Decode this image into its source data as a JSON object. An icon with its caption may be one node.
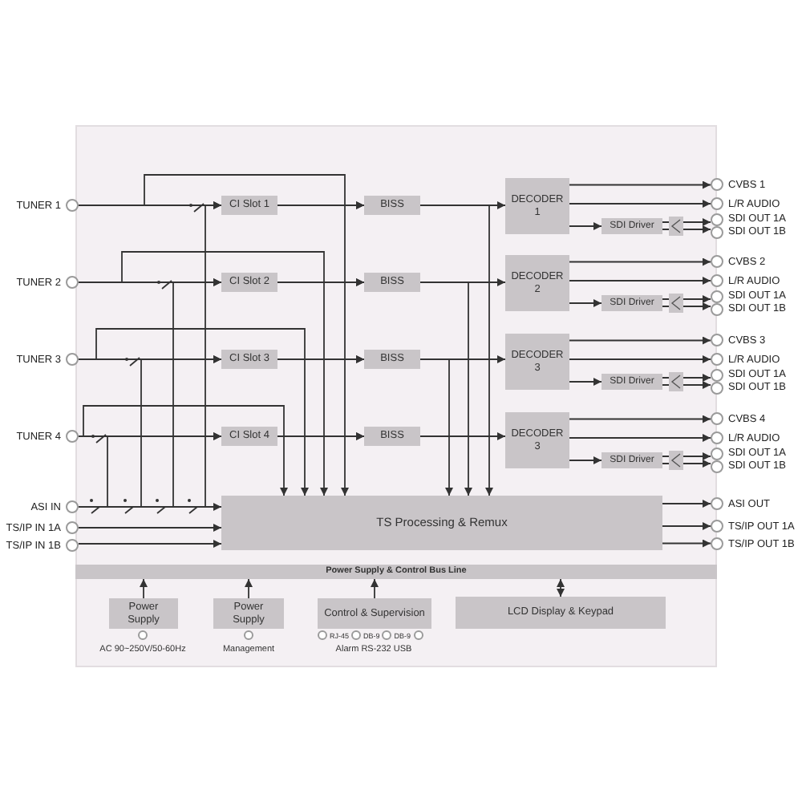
{
  "diagram": {
    "nodes": [
      {
        "text": [
          "TUNER 1"
        ]
      },
      {
        "text": [
          "TUNER 2"
        ]
      },
      {
        "text": [
          "TUNER 3"
        ]
      },
      {
        "text": [
          "TUNER 4"
        ]
      },
      {
        "text": [
          "ASI IN"
        ]
      },
      {
        "text": [
          "TS/IP IN 1A"
        ]
      },
      {
        "text": [
          "TS/IP IN 1B"
        ]
      },
      {
        "text": [
          "CI Slot 1"
        ]
      },
      {
        "text": [
          "CI Slot 2"
        ]
      },
      {
        "text": [
          "CI Slot 3"
        ]
      },
      {
        "text": [
          "CI Slot 4"
        ]
      },
      {
        "text": [
          "BISS"
        ]
      },
      {
        "text": [
          "BISS"
        ]
      },
      {
        "text": [
          "BISS"
        ]
      },
      {
        "text": [
          "BISS"
        ]
      },
      {
        "text": [
          "DECODER 1"
        ]
      },
      {
        "text": [
          "DECODER 2"
        ]
      },
      {
        "text": [
          "DECODER 3"
        ]
      },
      {
        "text": [
          "DECODER 3"
        ]
      },
      {
        "text": [
          "SDI Driver"
        ]
      },
      {
        "text": [
          "SDI Driver"
        ]
      },
      {
        "text": [
          "SDI Driver"
        ]
      },
      {
        "text": [
          "SDI Driver"
        ]
      },
      {
        "text": [
          "TS Processing & Remux"
        ]
      },
      {
        "text": [
          "Power Supply & Control Bus Line"
        ]
      },
      {
        "text": [
          "Power Supply"
        ],
        "beside": [
          "AC 90~250V/50-60Hz"
        ]
      },
      {
        "text": [
          "Power Supply"
        ],
        "beside": [
          "Management"
        ]
      },
      {
        "text": [
          "Control & Supervision"
        ],
        "beside": [
          "RJ-45",
          "DB-9",
          "DB-9",
          "Alarm RS-232 USB"
        ]
      },
      {
        "text": [
          "LCD Display & Keypad"
        ]
      },
      {
        "text": [
          "CVBS 1"
        ]
      },
      {
        "text": [
          "L/R AUDIO"
        ]
      },
      {
        "text": [
          "SDI OUT 1A"
        ]
      },
      {
        "text": [
          "SDI OUT 1B"
        ]
      },
      {
        "text": [
          "CVBS 2"
        ]
      },
      {
        "text": [
          "L/R AUDIO"
        ]
      },
      {
        "text": [
          "SDI OUT 1A"
        ]
      },
      {
        "text": [
          "SDI OUT 1B"
        ]
      },
      {
        "text": [
          "CVBS 3"
        ]
      },
      {
        "text": [
          "L/R AUDIO"
        ]
      },
      {
        "text": [
          "SDI OUT 1A"
        ]
      },
      {
        "text": [
          "SDI OUT 1B"
        ]
      },
      {
        "text": [
          "CVBS 4"
        ]
      },
      {
        "text": [
          "L/R AUDIO"
        ]
      },
      {
        "text": [
          "SDI OUT 1A"
        ]
      },
      {
        "text": [
          "SDI OUT 1B"
        ]
      },
      {
        "text": [
          "ASI OUT"
        ]
      },
      {
        "text": [
          "TS/IP OUT 1A"
        ]
      },
      {
        "text": [
          "TS/IP OUT 1B"
        ]
      }
    ],
    "edges": [
      {
        "from": 0,
        "to": 7,
        "arrow": "to"
      },
      {
        "from": 0,
        "to": 11,
        "arrow": "to"
      },
      {
        "from": 7,
        "to": 11,
        "arrow": "to"
      },
      {
        "from": 7,
        "to": 23,
        "arrow": "to"
      },
      {
        "from": 11,
        "to": 15,
        "arrow": "to"
      },
      {
        "from": 4,
        "to": 7,
        "arrow": "to"
      },
      {
        "from": 1,
        "to": 8,
        "arrow": "to"
      },
      {
        "from": 1,
        "to": 12,
        "arrow": "to"
      },
      {
        "from": 8,
        "to": 12,
        "arrow": "to"
      },
      {
        "from": 8,
        "to": 23,
        "arrow": "to"
      },
      {
        "from": 12,
        "to": 16,
        "arrow": "to"
      },
      {
        "from": 4,
        "to": 8,
        "arrow": "to"
      },
      {
        "from": 2,
        "to": 9,
        "arrow": "to"
      },
      {
        "from": 2,
        "to": 13,
        "arrow": "to"
      },
      {
        "from": 9,
        "to": 13,
        "arrow": "to"
      },
      {
        "from": 9,
        "to": 23,
        "arrow": "to"
      },
      {
        "from": 13,
        "to": 17,
        "arrow": "to"
      },
      {
        "from": 4,
        "to": 9,
        "arrow": "to"
      },
      {
        "from": 3,
        "to": 10,
        "arrow": "to"
      },
      {
        "from": 3,
        "to": 14,
        "arrow": "to"
      },
      {
        "from": 10,
        "to": 14,
        "arrow": "to"
      },
      {
        "from": 10,
        "to": 23,
        "arrow": "to"
      },
      {
        "from": 14,
        "to": 18,
        "arrow": "to"
      },
      {
        "from": 4,
        "to": 10,
        "arrow": "to"
      },
      {
        "from": 11,
        "to": 23,
        "arrow": "to"
      },
      {
        "from": 12,
        "to": 23,
        "arrow": "to"
      },
      {
        "from": 13,
        "to": 23,
        "arrow": "to"
      },
      {
        "from": 15,
        "to": 29,
        "arrow": "to"
      },
      {
        "from": 15,
        "to": 30,
        "arrow": "to"
      },
      {
        "from": 15,
        "to": 19,
        "arrow": "to"
      },
      {
        "from": 19,
        "to": 31,
        "arrow": "to"
      },
      {
        "from": 19,
        "to": 32,
        "arrow": "to"
      },
      {
        "from": 16,
        "to": 33,
        "arrow": "to"
      },
      {
        "from": 16,
        "to": 34,
        "arrow": "to"
      },
      {
        "from": 16,
        "to": 20,
        "arrow": "to"
      },
      {
        "from": 20,
        "to": 35,
        "arrow": "to"
      },
      {
        "from": 20,
        "to": 36,
        "arrow": "to"
      },
      {
        "from": 17,
        "to": 37,
        "arrow": "to"
      },
      {
        "from": 17,
        "to": 38,
        "arrow": "to"
      },
      {
        "from": 17,
        "to": 21,
        "arrow": "to"
      },
      {
        "from": 21,
        "to": 39,
        "arrow": "to"
      },
      {
        "from": 21,
        "to": 40,
        "arrow": "to"
      },
      {
        "from": 18,
        "to": 41,
        "arrow": "to"
      },
      {
        "from": 18,
        "to": 42,
        "arrow": "to"
      },
      {
        "from": 18,
        "to": 22,
        "arrow": "to"
      },
      {
        "from": 22,
        "to": 43,
        "arrow": "to"
      },
      {
        "from": 22,
        "to": 44,
        "arrow": "to"
      },
      {
        "from": 4,
        "to": 23,
        "arrow": "to"
      },
      {
        "from": 5,
        "to": 23,
        "arrow": "to"
      },
      {
        "from": 6,
        "to": 23,
        "arrow": "to"
      },
      {
        "from": 23,
        "to": 45,
        "arrow": "to"
      },
      {
        "from": 23,
        "to": 46,
        "arrow": "to"
      },
      {
        "from": 23,
        "to": 47,
        "arrow": "to"
      },
      {
        "from": 25,
        "to": 24,
        "arrow": "to"
      },
      {
        "from": 26,
        "to": 24,
        "arrow": "to"
      },
      {
        "from": 27,
        "to": 24,
        "arrow": "to"
      },
      {
        "from": 28,
        "to": 24,
        "arrow": "both"
      }
    ]
  }
}
